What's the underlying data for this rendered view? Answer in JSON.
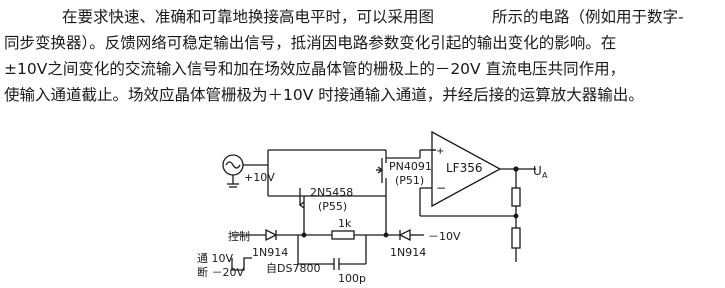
{
  "paragraph": {
    "line1_part1": "在要求快速、准确和可靠地换接高电平时，可以采用图",
    "line1_part2": "所示的电路（例如用于数字-",
    "line2": "同步变换器）。反馈网络可稳定输出信号，抵消因电路参数变化引起的输出变化的影响。在",
    "line3": "±10V之间变化的交流输入信号和加在场效应晶体管的栅极上的－20V 直流电压共同作用，",
    "line4": "使输入通道截止。场效应晶体管栅极为＋10V 时接通输入通道，并经后接的运算放大器输出。"
  },
  "schematic": {
    "source_label": "+10V",
    "fet1_label": "PN4091",
    "fet1_sub": "(P51)",
    "fet2_label": "2N5458",
    "fet2_sub": "(P55)",
    "opamp_label": "LF356",
    "output_label": "U",
    "output_sub": "A",
    "control_label": "控制",
    "diode1_label": "1N914",
    "diode2_label": "1N914",
    "resistor_label": "1k",
    "neg_supply_label": "－10V",
    "cap_label": "100p",
    "on_label": "通 10V",
    "off_label": "断 －20V",
    "from_label": "自DS7800"
  }
}
